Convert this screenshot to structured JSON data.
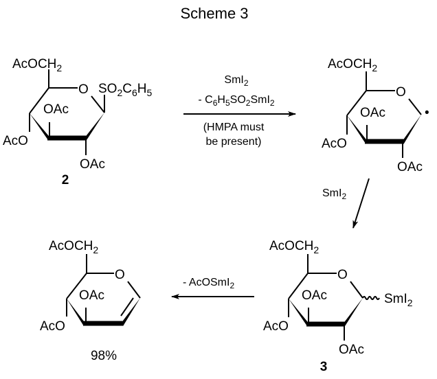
{
  "title": "Scheme 3",
  "compound_2": {
    "label": "2",
    "substituent_top": "AcOCH",
    "substituent_top_sub": "2",
    "ring_oxygen": "O",
    "anomeric": [
      "SO",
      "2",
      "C",
      "6",
      "H",
      "5"
    ],
    "oac_axial": "OAc",
    "oac_left": "AcO",
    "oac_bottom": "OAc"
  },
  "radical": {
    "substituent_top": "AcOCH",
    "substituent_top_sub": "2",
    "ring_oxygen": "O",
    "oac_axial": "OAc",
    "oac_left": "AcO",
    "oac_bottom": "OAc",
    "radical_dot": "•"
  },
  "compound_3": {
    "label": "3",
    "substituent_top": "AcOCH",
    "substituent_top_sub": "2",
    "ring_oxygen": "O",
    "oac_axial": "OAc",
    "oac_left": "AcO",
    "oac_bottom": "OAc",
    "metal": "SmI",
    "metal_sub": "2"
  },
  "glycal": {
    "substituent_top": "AcOCH",
    "substituent_top_sub": "2",
    "ring_oxygen": "O",
    "oac_axial": "OAc",
    "oac_left": "AcO",
    "yield": "98%"
  },
  "arrow_1": {
    "reagent": "SmI",
    "reagent_sub": "2",
    "byproduct": [
      "- C",
      "6",
      "H",
      "5",
      "SO",
      "2",
      "SmI",
      "2"
    ],
    "note_line1": "(HMPA must",
    "note_line2": "be present)"
  },
  "arrow_2": {
    "reagent": "SmI",
    "reagent_sub": "2"
  },
  "arrow_3": {
    "byproduct": "- AcOSmI",
    "byproduct_sub": "2"
  }
}
